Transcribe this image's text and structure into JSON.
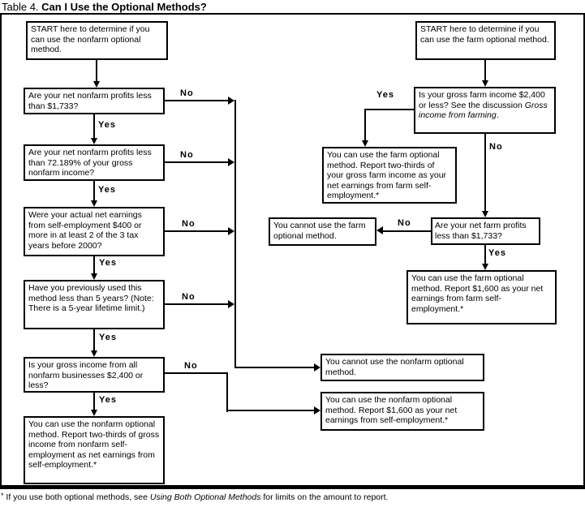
{
  "title": {
    "label": "Table 4.",
    "heading": "Can I Use the Optional Methods?"
  },
  "labels": {
    "yes": "Yes",
    "no": "No"
  },
  "nonfarm": {
    "start": "START here to determine if you can use the nonfarm optional method.",
    "q_net_profits_1733": "Are your net nonfarm profits less than $1,733?",
    "q_net_profits_percent": "Are your net nonfarm profits less than 72.189% of your gross nonfarm income?",
    "q_actual_earnings_400": "Were your actual net earnings from self-employment $400 or more in at least 2 of the 3 tax years before 2000?",
    "q_used_less_5_years": "Have you previously used this method less than 5 years? (Note: There is a 5-year lifetime limit.)",
    "q_gross_income_2400": "Is your gross income from all nonfarm businesses $2,400 or less?",
    "result_two_thirds": "You can use the nonfarm optional method. Report two-thirds of gross income from nonfarm self-employment as net earnings from self-employment.*",
    "result_cannot": "You cannot use the nonfarm optional method.",
    "result_1600": "You can use the nonfarm optional method. Report $1,600 as your net earnings from self-employment.*"
  },
  "farm": {
    "start": "START here to determine if you can use the farm optional method.",
    "q_gross_income_before": "Is your gross farm income $2,400 or less? See the discussion ",
    "q_gross_income_italic": "Gross income from farming",
    "q_gross_income_after": ".",
    "result_two_thirds": "You can use the farm optional method. Report two-thirds of your gross farm income as your net earnings from farm self-employment.*",
    "result_cannot": "You cannot use the farm optional method.",
    "q_net_profits_1733": "Are your net farm profits less than $1,733?",
    "result_1600": "You can use the farm optional method. Report $1,600 as your net earnings from farm self-employment.*"
  },
  "footnote": {
    "marker": "*",
    "before": " If you use both optional methods, see ",
    "italic": "Using Both Optional Methods",
    "after": " for limits on the amount to report."
  }
}
